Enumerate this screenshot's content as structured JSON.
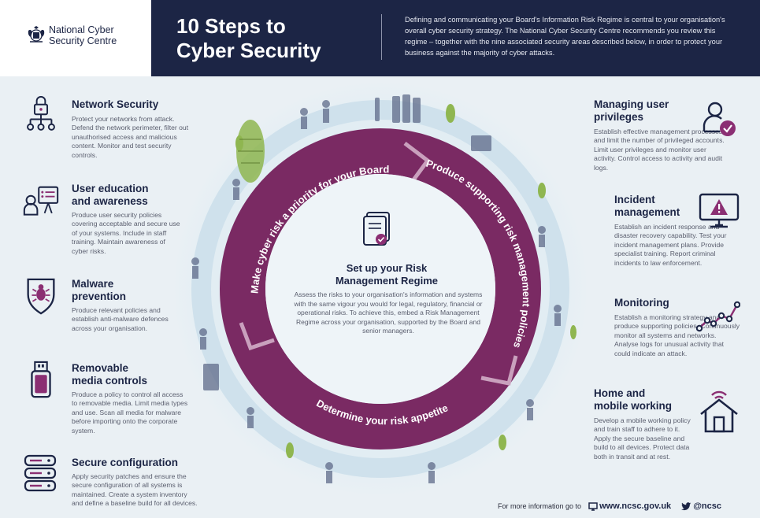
{
  "header": {
    "org_line1": "National Cyber",
    "org_line2": "Security Centre",
    "title_line1": "10 Steps to",
    "title_line2": "Cyber Security",
    "intro": "Defining and communicating your Board's Information Risk Regime is central to your organisation's overall cyber security strategy. The National Cyber Security Centre recommends you review this regime – together with the nine associated security areas described below, in order to protect your business against the majority of cyber attacks."
  },
  "left_steps": [
    {
      "icon": "network-lock-icon",
      "title1": "Network Security",
      "title2": "",
      "desc": "Protect your networks from attack. Defend the network perimeter, filter out unauthorised access and malicious content. Monitor and test security controls."
    },
    {
      "icon": "presenter-icon",
      "title1": "User education",
      "title2": "and awareness",
      "desc": "Produce user security policies covering acceptable and secure use of your systems. Include in staff training. Maintain awareness of cyber risks."
    },
    {
      "icon": "bug-shield-icon",
      "title1": "Malware",
      "title2": "prevention",
      "desc": "Produce relevant policies and establish anti-malware defences across your organisation."
    },
    {
      "icon": "usb-drive-icon",
      "title1": "Removable",
      "title2": "media controls",
      "desc": "Produce a policy to control all access to removable media. Limit media types and use. Scan all media for malware before importing onto the corporate system."
    },
    {
      "icon": "server-stack-icon",
      "title1": "Secure configuration",
      "title2": "",
      "desc": "Apply security patches and ensure the secure configuration of all systems is maintained. Create a system inventory and define a baseline build for all devices."
    }
  ],
  "right_steps": [
    {
      "icon": "user-check-icon",
      "title1": "Managing user",
      "title2": "privileges",
      "desc": "Establish effective management processes and limit the number of privileged accounts. Limit user privileges and monitor user activity. Control access to activity and audit logs."
    },
    {
      "icon": "warning-monitor-icon",
      "title1": "Incident",
      "title2": "management",
      "desc": "Establish an incident response and disaster recovery capability. Test your incident management plans. Provide specialist training. Report criminal incidents to law enforcement."
    },
    {
      "icon": "line-graph-icon",
      "title1": "Monitoring",
      "title2": "",
      "desc": "Establish a monitoring strategy and produce supporting policies. Continuously monitor all systems and networks. Analyse logs for unusual activity that could indicate an attack."
    },
    {
      "icon": "home-wifi-icon",
      "title1": "Home and",
      "title2": "mobile working",
      "desc": "Develop a mobile working policy and train staff to adhere to it. Apply the secure baseline and build to all devices. Protect data both in transit and at rest."
    }
  ],
  "center": {
    "icon": "document-check-icon",
    "title1": "Set up your Risk",
    "title2": "Management Regime",
    "desc": "Assess the risks to your organisation's information and systems with the same vigour you would for legal, regulatory, financial or operational risks. To achieve this, embed a Risk Management Regime across your organisation, supported by the Board and senior managers.",
    "arc_top_left": "Make cyber risk a priority for your Board",
    "arc_right": "Produce supporting risk management policies",
    "arc_bottom": "Determine your risk appetite"
  },
  "footer": {
    "prefix": "For more information go to",
    "website": "www.ncsc.gov.uk",
    "twitter": "@ncsc"
  },
  "colors": {
    "navy": "#1c2545",
    "purple": "#7a2a63",
    "purple_dark": "#5e1d4b",
    "accent_purple": "#8b2f73",
    "ring_light": "#d7e6f0"
  }
}
